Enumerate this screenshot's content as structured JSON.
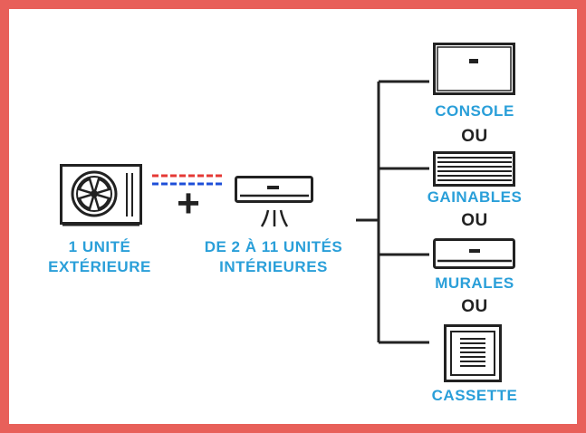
{
  "outdoor_unit": {
    "icon": "outdoor-unit-fan-icon",
    "label_line1": "1 UNITÉ",
    "label_line2": "EXTÉRIEURE"
  },
  "plus_sign": "+",
  "indoor_units": {
    "icon": "indoor-wall-unit-icon",
    "label_line1": "DE 2 À 11 UNITÉS",
    "label_line2": "INTÉRIEURES"
  },
  "options": [
    {
      "icon": "console-unit-icon",
      "label": "CONSOLE"
    },
    {
      "icon": "ducted-unit-icon",
      "label": "GAINABLES"
    },
    {
      "icon": "wall-mounted-unit-icon",
      "label": "MURALES"
    },
    {
      "icon": "cassette-unit-icon",
      "label": "CASSETTE"
    }
  ],
  "separator": "OU",
  "colors": {
    "frame": "#E8605A",
    "label_blue": "#2A9FD9",
    "pipe_red": "#E53935",
    "pipe_blue": "#1E4FD8",
    "line_dark": "#222222"
  }
}
